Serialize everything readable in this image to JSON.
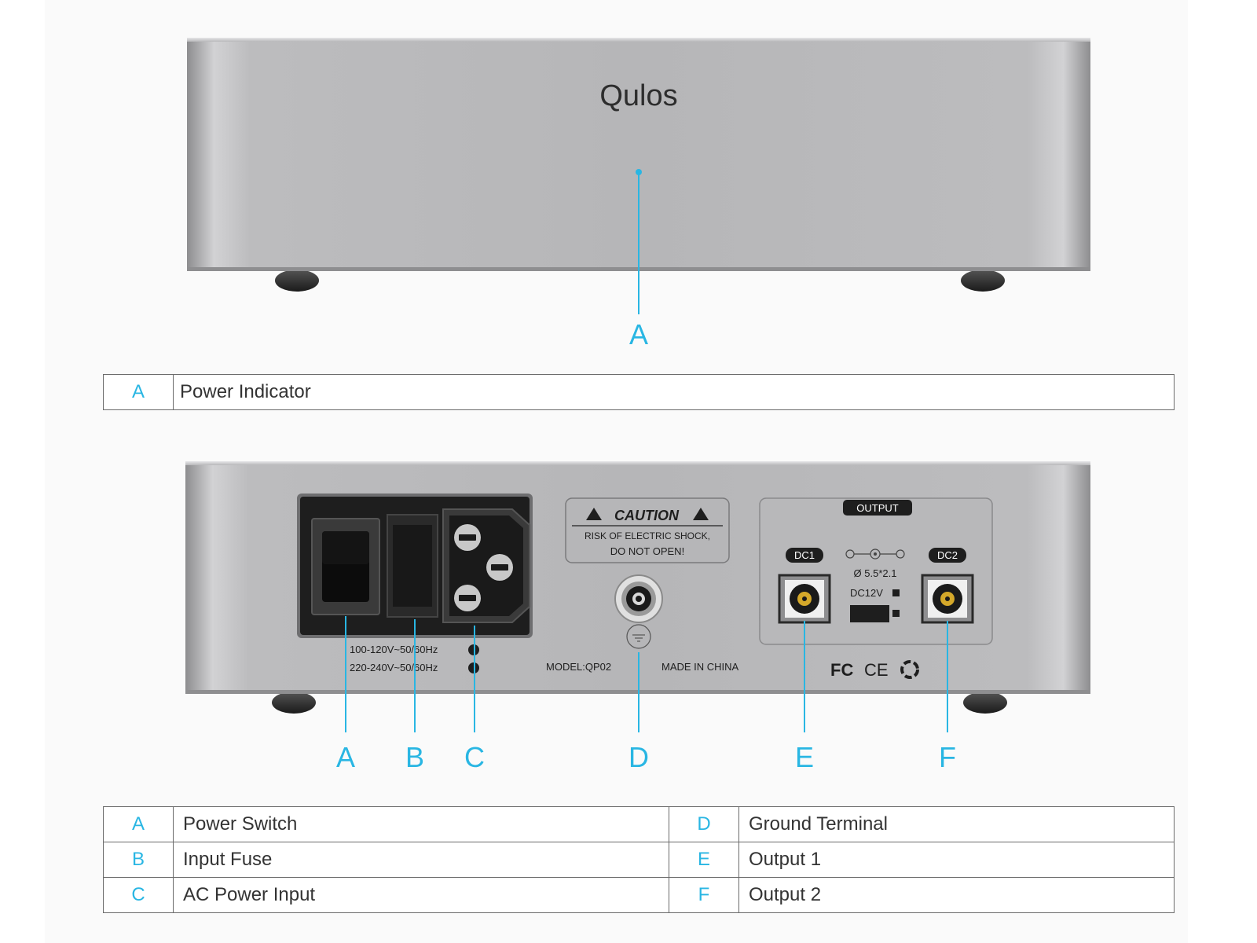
{
  "brand": "Qulos",
  "front": {
    "callout": "A",
    "legend": [
      {
        "letter": "A",
        "label": "Power Indicator"
      }
    ]
  },
  "rear": {
    "callouts": [
      "A",
      "B",
      "C",
      "D",
      "E",
      "F"
    ],
    "voltage_1": "100-120V~50/60Hz",
    "voltage_2": "220-240V~50/60Hz",
    "caution_title": "CAUTION",
    "caution_line_1": "RISK OF ELECTRIC SHOCK,",
    "caution_line_2": "DO NOT OPEN!",
    "model": "MODEL:QP02",
    "made_in": "MADE IN CHINA",
    "output_title": "OUTPUT",
    "dc1": "DC1",
    "dc2": "DC2",
    "plug_size": "Ø 5.5*2.1",
    "dc_voltage": "DC12V",
    "cert_fc": "FC",
    "cert_ce": "CE",
    "legend": [
      {
        "letter": "A",
        "label": "Power Switch",
        "letter2": "D",
        "label2": "Ground Terminal"
      },
      {
        "letter": "B",
        "label": "Input Fuse",
        "letter2": "E",
        "label2": "Output 1"
      },
      {
        "letter": "C",
        "label": "AC Power Input",
        "letter2": "F",
        "label2": "Output 2"
      }
    ]
  },
  "colors": {
    "callout": "#29b6e3",
    "body": "#b4b4b6",
    "panel": "#1e1e1e"
  }
}
